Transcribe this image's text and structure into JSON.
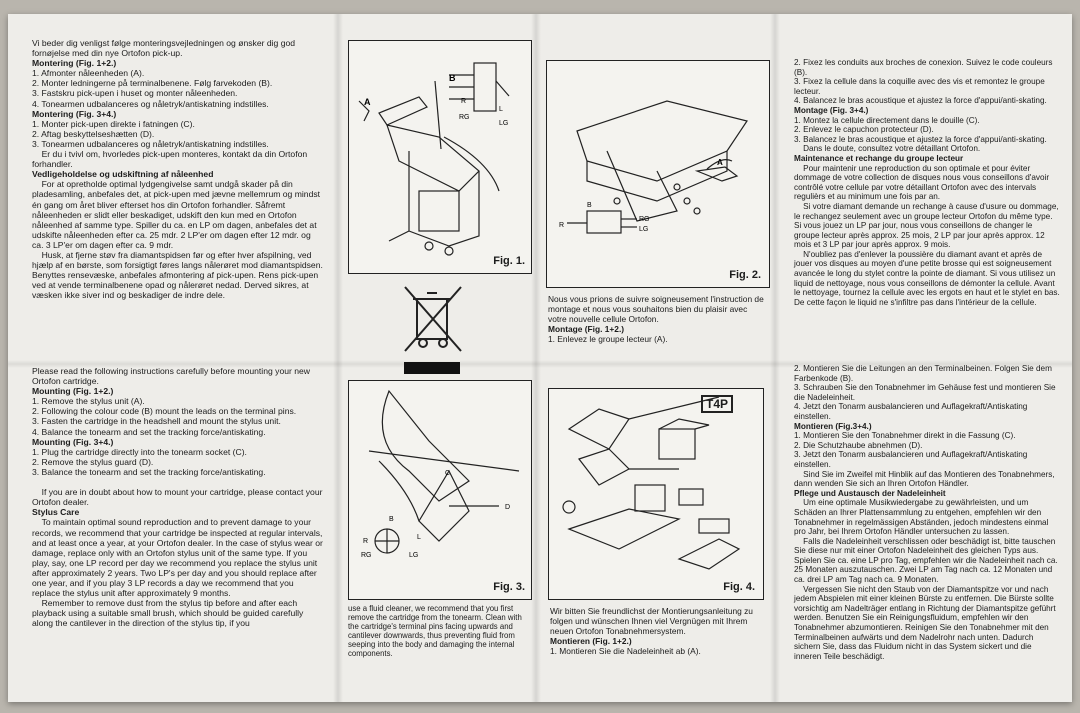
{
  "panel1": {
    "danish": [
      {
        "type": "p",
        "text": "Vi beder dig venligst følge monteringsvejledningen og ønsker dig god fornøjelse med din nye Ortofon pick-up."
      },
      {
        "type": "h",
        "text": "Montering (Fig. 1+2.)"
      },
      {
        "type": "p",
        "text": "1. Afmonter nåleenheden (A).\n2. Monter ledningerne på terminalbenene. Følg farvekoden (B).\n3. Fastskru pick-upen i huset og monter nåleenheden.\n4. Tonearmen udbalanceres og nåletryk/antiskatning indstilles."
      },
      {
        "type": "h",
        "text": "Montering (Fig. 3+4.)"
      },
      {
        "type": "p",
        "text": "1. Monter pick-upen direkte i fatningen (C).\n2. Aftag beskyttelseshætten (D).\n3. Tonearmen udbalanceres og nåletryk/antiskatning indstilles.\n    Er du i tvivl om, hvorledes pick-upen monteres, kontakt da din Ortofon forhandler."
      },
      {
        "type": "h",
        "text": "Vedligeholdelse og udskiftning af nåleenhed"
      },
      {
        "type": "p",
        "text": "    For at opretholde optimal lydgengivelse samt undgå skader på din pladesamling, anbefales det, at pick-upen med jævne mellemrum og mindst én gang om året bliver efterset hos din Ortofon forhandler. Såfremt nåleenheden er slidt eller beskadiget, udskift den kun med en Ortofon nåleenhed af samme type. Spiller du ca. en LP om dagen, anbefales det at udskifte nåleenheden efter ca. 25 mdr. 2 LP'er om dagen efter 12 mdr. og ca. 3 LP'er om dagen efter ca. 9 mdr.\n    Husk, at fjerne støv fra diamantspidsen før og efter hver afspilning, ved hjælp af en børste, som forsigtigt føres langs nålerøret mod diamantspidsen. Benyttes rensevæske, anbefales afmontering af pick-upen. Rens pick-upen ved at vende terminalbenene opad og nålerøret nedad. Derved sikres, at væsken ikke siver ind og beskadiger de indre dele."
      }
    ],
    "english": [
      {
        "type": "p",
        "text": "Please read the following instructions carefully before mounting your new Ortofon cartridge."
      },
      {
        "type": "h",
        "text": "Mounting (Fig. 1+2.)"
      },
      {
        "type": "p",
        "text": "1. Remove the stylus unit (A).\n2. Following the colour code (B) mount the leads on the terminal pins.\n3. Fasten the cartridge in the headshell and mount the stylus unit.\n4. Balance the tonearm and set the tracking force/antiskating."
      },
      {
        "type": "h",
        "text": "Mounting (Fig. 3+4.)"
      },
      {
        "type": "p",
        "text": "1. Plug the cartridge directly into the tonearm socket (C).\n2. Remove the stylus guard (D).\n3. Balance the tonearm and set the tracking force/antiskating.\n\n    If you are in doubt about how to mount your cartridge, please contact your Ortofon dealer."
      },
      {
        "type": "h",
        "text": "Stylus Care"
      },
      {
        "type": "p",
        "text": "    To maintain optimal sound reproduction and to prevent damage to your records, we recommend that your cartridge be inspected at regular intervals, and at least once a year, at your Ortofon dealer. In the case of stylus wear or damage, replace only with an Ortofon stylus unit of the same type. If you play, say, one LP record per day we recommend you replace the stylus unit after approximately 2 years. Two LP's per day and you should replace after one year, and if you play 3 LP records a day we recommend that you replace the stylus unit after approximately 9 months.\n    Remember to remove dust from the stylus tip before and after each playback using a suitable small brush, which should be guided carefully along the cantilever in the direction of the stylus tip, if you"
      }
    ]
  },
  "figures": {
    "fig1": {
      "label": "Fig. 1.",
      "marks": [
        "A",
        "B",
        "R",
        "L",
        "RG",
        "LG"
      ]
    },
    "fig2": {
      "label": "Fig. 2.",
      "marks": [
        "A",
        "B",
        "R",
        "RG",
        "LG"
      ]
    },
    "fig3": {
      "label": "Fig. 3.",
      "marks": [
        "B",
        "C",
        "D",
        "R",
        "L",
        "RG",
        "LG"
      ]
    },
    "fig4": {
      "label": "Fig. 4.",
      "marks": [
        "T4P"
      ]
    }
  },
  "panel2_bottom": "use a fluid cleaner, we recommend that you first remove the cartridge from the tonearm. Clean with the cartridge's terminal pins facing upwards and cantilever downwards, thus preventing fluid from seeping into the body and damaging the internal components.",
  "panel3": {
    "french_top": [
      {
        "type": "p",
        "text": "Nous vous prions de suivre soigneusement l'instruction de montage et nous vous souhaitons bien du plaisir avec votre nouvelle cellule Ortofon."
      },
      {
        "type": "h",
        "text": "Montage (Fig. 1+2.)"
      },
      {
        "type": "p",
        "text": "1. Enlevez le groupe lecteur (A)."
      }
    ],
    "german_bottom": [
      {
        "type": "p",
        "text": "Wir bitten Sie freundlichst der Montierungsanleitung zu folgen und wünschen Ihnen viel Vergnügen mit Ihrem neuen Ortofon Tonabnehmersystem."
      },
      {
        "type": "h",
        "text": "Montieren (Fig. 1+2.)"
      },
      {
        "type": "p",
        "text": "1. Montieren Sie die Nadeleinheit ab (A)."
      }
    ]
  },
  "panel4": {
    "french": [
      {
        "type": "p",
        "text": "2. Fixez les conduits aux broches de conexion. Suivez le code couleurs (B).\n3. Fixez la cellule dans la coquille avec des vis et remontez le groupe lecteur.\n4. Balancez le bras acoustique et ajustez la force d'appui/anti-skating."
      },
      {
        "type": "h",
        "text": "Montage (Fig. 3+4.)"
      },
      {
        "type": "p",
        "text": "1. Montez la cellule directement dans le douille (C).\n2. Enlevez le capuchon protecteur (D).\n3. Balancez le bras acoustique et ajustez la force d'appui/anti-skating.\n    Dans le doute, consultez votre détaillant Ortofon."
      },
      {
        "type": "h",
        "text": "Maintenance et rechange du groupe lecteur"
      },
      {
        "type": "p",
        "text": "    Pour maintenir une reproduction du son optimale et pour éviter dommage de votre collection de disques nous vous conseillons d'avoir contrôlé votre cellule par votre détaillant Ortofon avec des intervals regulièrs et au minimum une fois par an.\n    Si votre diamant demande un rechange à cause d'usure ou dommage, le rechangez seulement avec un groupe lecteur Ortofon du même type. Si vous jouez un LP par jour, nous vous conseillons de changer le groupe lecteur après approx. 25 mois, 2 LP par jour après approx. 12 mois et 3 LP par jour après approx. 9 mois.\n    N'oubliez pas d'enlever la poussière du diamant avant et après de jouer vos disques au moyen d'une petite brosse qui est soigneusement avancée le long du stylet contre la pointe de diamant. Si vous utilisez un liquid de nettoyage, nous vous conseillons de démonter la cellule. Avant le nettoyage, tournez la cellule avec les ergots en haut et le stylet en bas. De cette façon le liquid ne s'infiltre pas dans l'intérieur de la cellule."
      }
    ],
    "german": [
      {
        "type": "p",
        "text": "2. Montieren Sie die Leitungen an den Terminalbeinen. Folgen Sie dem Farbenkode (B).\n3. Schrauben Sie den Tonabnehmer im Gehäuse fest und montieren Sie die Nadeleinheit.\n4. Jetzt den Tonarm ausbalancieren und Auflagekraft/Antiskating einstellen."
      },
      {
        "type": "h",
        "text": "Montieren (Fig.3+4.)"
      },
      {
        "type": "p",
        "text": "1. Montieren Sie den Tonabnehmer direkt in die Fassung (C).\n2. Die Schutzhaube abnehmen (D).\n3. Jetzt den Tonarm ausbalancieren und Auflagekraft/Antiskating einstellen.\n    Sind Sie im Zweifel mit Hinblik auf das Montieren des Tonabnehmers, dann wenden Sie sich an Ihren Ortofon Händler."
      },
      {
        "type": "h",
        "text": "Pflege und Austausch der Nadeleinheit"
      },
      {
        "type": "p",
        "text": "    Um eine optimale Musikwiedergabe zu gewährleisten, und um Schäden an Ihrer Plattensammlung zu entgehen, empfehlen wir den Tonabnehmer in regelmässigen Abständen, jedoch mindestens einmal pro Jahr, bei Ihrem Ortofon Händler untersuchen zu lassen.\n    Falls die Nadeleinheit verschlissen oder beschädigt ist, bitte tauschen Sie diese nur mit einer Ortofon Nadeleinheit des gleichen Typs aus. Spielen Sie ca. eine LP pro Tag, empfehlen wir die Nadeleinheit nach ca. 25 Monaten auszutauschen. Zwei LP am Tag nach ca. 12 Monaten und ca. drei LP am Tag nach ca. 9 Monaten.\n    Vergessen Sie nicht den Staub von der Diamantspitze vor und nach jedem Abspielen mit einer kleinen Bürste zu entfernen. Die Bürste sollte vorsichtig am Nadelträger entlang in Richtung der Diamantspitze geführt werden. Benutzen Sie ein Reinigungsfluidum, empfehlen wir den Tonabnehmer abzumontieren. Reinigen Sie den Tonabnehmer mit den Terminalbeinen aufwärts und dem Nadelrohr nach unten. Dadurch sichern Sie, dass das Fluidum nicht in das System sickert und die inneren Teile beschädigt."
      }
    ]
  },
  "colors": {
    "paper": "#eeede9",
    "ink": "#1c1c1c",
    "background": "#b9b5ad"
  }
}
